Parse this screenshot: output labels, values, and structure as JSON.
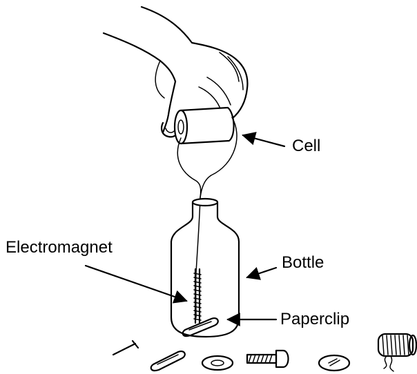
{
  "labels": {
    "cell": "Cell",
    "electromagnet": "Electromagnet",
    "bottle": "Bottle",
    "paperclip": "Paperclip"
  }
}
